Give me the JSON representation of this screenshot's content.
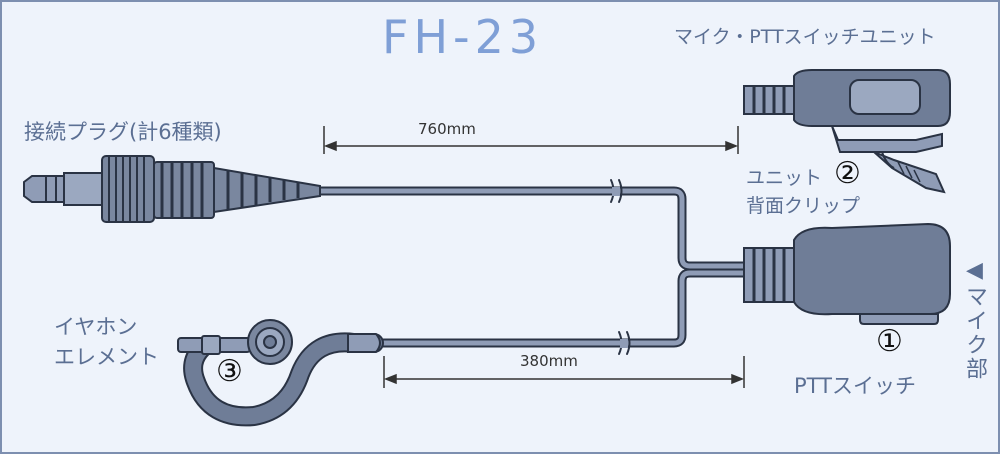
{
  "title": "FH-23",
  "labels": {
    "mic_unit": "マイク・PTTスイッチユニット",
    "plug": "接続プラグ(計6種類)",
    "clip": "ユニット\n背面クリップ",
    "earpiece": "イヤホン\nエレメント",
    "ptt": "PTTスイッチ",
    "mic_part": "◀マイク部"
  },
  "callouts": {
    "ptt_no": "①",
    "clip_no": "②",
    "ear_no": "③"
  },
  "dimensions": {
    "upper": "760mm",
    "lower": "380mm"
  },
  "colors": {
    "background": "#eef3fb",
    "border": "#7d8fb0",
    "title": "#7f9fd6",
    "label": "#5b6f93",
    "device_fill": "#6f7d97",
    "device_dark": "#2a3344"
  }
}
